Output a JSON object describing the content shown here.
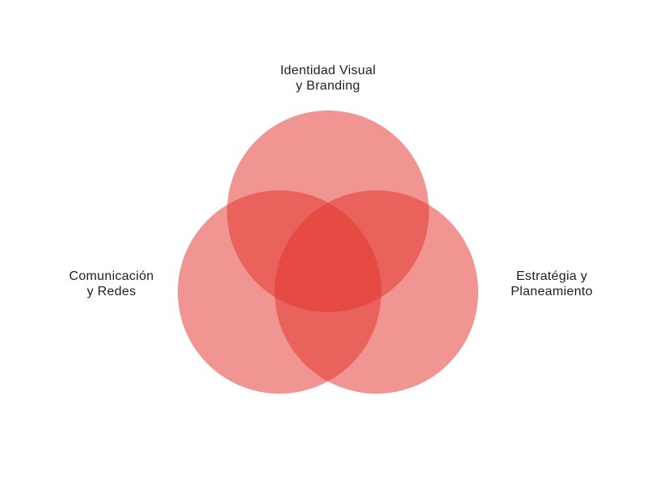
{
  "diagram": {
    "type": "venn-3",
    "fill_color": "#e2342c",
    "fill_opacity": 0.52,
    "sets": [
      {
        "id": "top",
        "label_line1": "Identidad Visual",
        "label_line2": "y Branding"
      },
      {
        "id": "left",
        "label_line1": "Comunicación",
        "label_line2": "y Redes"
      },
      {
        "id": "right",
        "label_line1": "Estratégia y",
        "label_line2": "Planeamiento"
      }
    ]
  }
}
